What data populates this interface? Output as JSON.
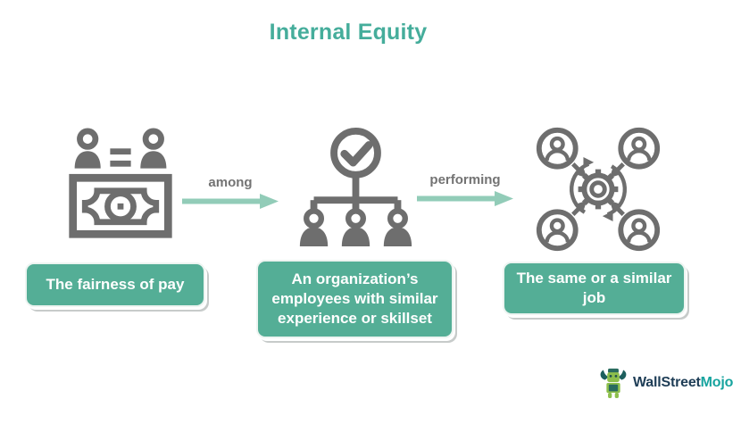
{
  "title": "Internal Equity",
  "colors": {
    "title_teal": "#45ad9b",
    "box_teal": "#54ae96",
    "arrow_teal": "#92ccb8",
    "icon_gray": "#6e6e6e",
    "connector_label_gray": "#737373",
    "logo_navy": "#1e3d56",
    "logo_teal": "#18a49f"
  },
  "flow": {
    "connectors": [
      {
        "label": "among"
      },
      {
        "label": "performing"
      }
    ],
    "steps": [
      {
        "icon": "equal-pay-money-icon",
        "lines": {
          "0": "The fairness of pay"
        }
      },
      {
        "icon": "approved-org-chart-icon",
        "lines": {
          "0": "An organization’s",
          "1": "employees with similar",
          "2": "experience or skillset"
        }
      },
      {
        "icon": "gear-people-network-icon",
        "lines": {
          "0": "The same or a similar",
          "1": "job"
        }
      }
    ]
  },
  "logo": {
    "brand_primary": "WallStreet",
    "brand_secondary": "Mojo"
  }
}
